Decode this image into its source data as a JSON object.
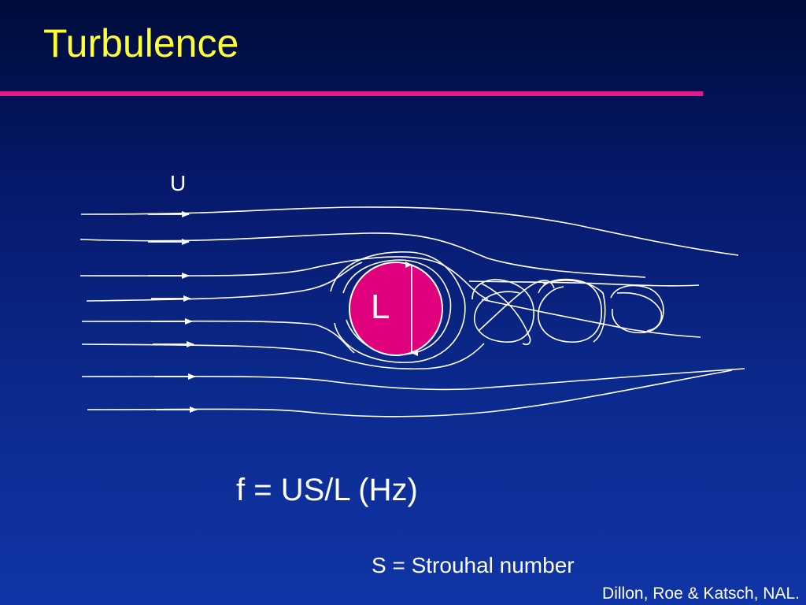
{
  "slide": {
    "title": "Turbulence",
    "accent_color": "#e5198a",
    "title_color": "#ffff33"
  },
  "diagram": {
    "velocity_label": "U",
    "cylinder_label": "L",
    "cylinder_color": "#e0007e",
    "line_color": "#ffffff",
    "streamline_count": 8,
    "vortex_count": 3
  },
  "text": {
    "formula": "f = US/L (Hz)",
    "strouhal": "S = Strouhal number",
    "credit": "Dillon, Roe & Katsch, NAL."
  }
}
